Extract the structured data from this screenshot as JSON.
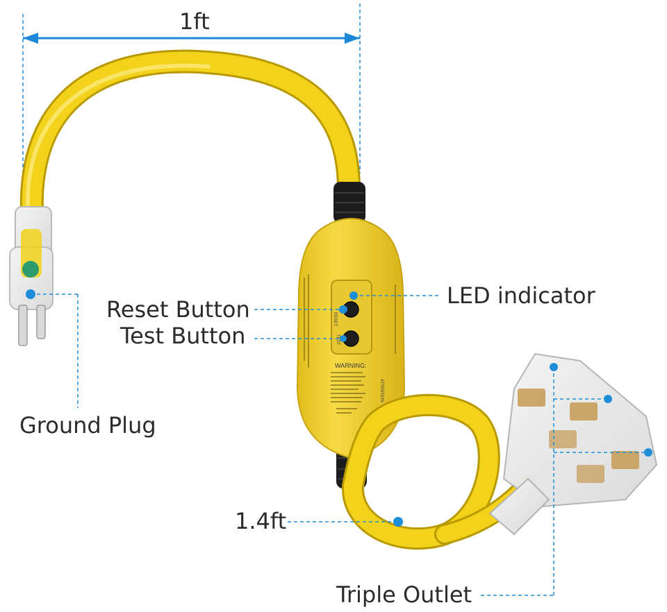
{
  "dimension": {
    "top": "1ft",
    "cord": "1.4ft"
  },
  "labels": {
    "led": "LED indicator",
    "reset": "Reset Button",
    "test": "Test Button",
    "ground": "Ground Plug",
    "outlet": "Triple Outlet"
  },
  "housing": {
    "warning": "WARNING:",
    "reset_mark": "RESET",
    "test_mark": "TEST",
    "attention": "ATTENTION"
  },
  "colors": {
    "cord": "#F2D21B",
    "housing": "#F3D438",
    "callout": "#1E8ED8",
    "dimension": "#1E88D8",
    "text": "#2b2b2b"
  }
}
